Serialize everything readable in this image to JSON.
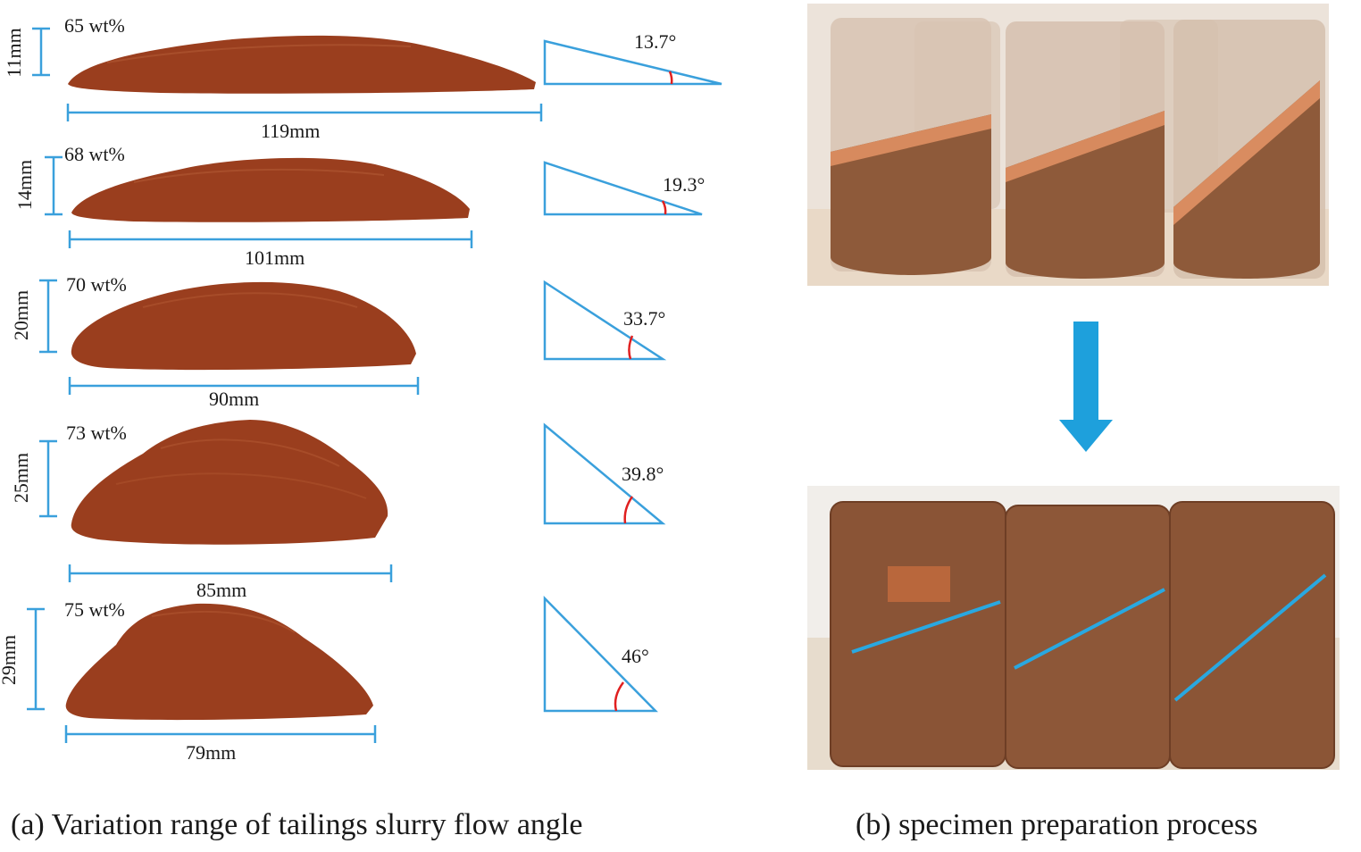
{
  "panel_a": {
    "caption": "(a) Variation range of tailings slurry flow angle",
    "rows": [
      {
        "concentration": "65 wt%",
        "height": "11mm",
        "width": "119mm",
        "angle": "13.7°",
        "angle_deg": 13.7
      },
      {
        "concentration": "68 wt%",
        "height": "14mm",
        "width": "101mm",
        "angle": "19.3°",
        "angle_deg": 19.3
      },
      {
        "concentration": "70 wt%",
        "height": "20mm",
        "width": "90mm",
        "angle": "33.7°",
        "angle_deg": 33.7
      },
      {
        "concentration": "73 wt%",
        "height": "25mm",
        "width": "85mm",
        "angle": "39.8°",
        "angle_deg": 39.8
      },
      {
        "concentration": "75 wt%",
        "height": "29mm",
        "width": "79mm",
        "angle": "46°",
        "angle_deg": 46
      }
    ]
  },
  "panel_b": {
    "caption": "(b) specimen preparation process",
    "arrow_icon": "down-arrow-icon"
  },
  "colors": {
    "dimension_line": "#3aa0dc",
    "angle_arc": "#e02020",
    "slurry": "#9a3e1e",
    "cut_line": "#29a8e0"
  }
}
